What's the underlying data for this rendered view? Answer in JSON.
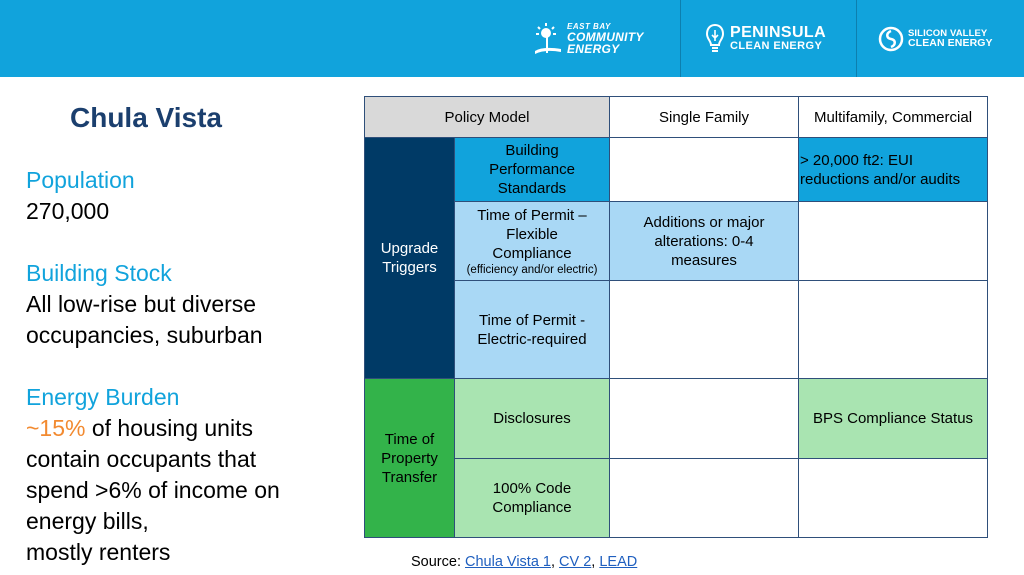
{
  "header": {
    "logos": {
      "ebce": {
        "line1": "EAST BAY",
        "line2": "COMMUNITY",
        "line3": "ENERGY"
      },
      "pce": {
        "line1": "PENINSULA",
        "line2": "CLEAN ENERGY"
      },
      "svce": {
        "line1": "SILICON VALLEY",
        "line2": "CLEAN ENERGY"
      }
    },
    "background_color": "#11a3dc"
  },
  "page": {
    "title": "Chula Vista",
    "sections": {
      "population": {
        "heading": "Population",
        "value": "270,000"
      },
      "building_stock": {
        "heading": "Building Stock",
        "line1": "All low-rise but diverse",
        "line2": "occupancies, suburban"
      },
      "energy_burden": {
        "heading": "Energy Burden",
        "accent": "~15%",
        "line1_rest": " of housing units",
        "line2": "contain occupants that",
        "line3": "spend >6% of income on",
        "line4": "energy bills,",
        "line5": "mostly renters"
      }
    }
  },
  "table": {
    "headers": {
      "policy_model": "Policy Model",
      "single_family": "Single Family",
      "multifamily": "Multifamily, Commercial"
    },
    "groups": {
      "upgrade_triggers": {
        "line1": "Upgrade",
        "line2": "Triggers"
      },
      "time_of_property_transfer": {
        "line1": "Time of",
        "line2": "Property",
        "line3": "Transfer"
      }
    },
    "rows": {
      "bps": {
        "line1": "Building",
        "line2": "Performance",
        "line3": "Standards",
        "single_family": "",
        "multifamily_line1": "> 20,000 ft2: EUI",
        "multifamily_line2": "reductions and/or audits"
      },
      "top_flexible": {
        "line1": "Time of Permit –",
        "line2": "Flexible",
        "line3": "Compliance",
        "note": "(efficiency and/or electric)",
        "single_family_line1": "Additions or major",
        "single_family_line2": "alterations: 0-4",
        "single_family_line3": "measures",
        "multifamily": ""
      },
      "top_electric": {
        "line1": "Time of Permit -",
        "line2": "Electric-required",
        "single_family": "",
        "multifamily": ""
      },
      "disclosures": {
        "label": "Disclosures",
        "single_family": "",
        "multifamily": "BPS Compliance Status"
      },
      "code_compliance": {
        "line1": "100% Code",
        "line2": "Compliance",
        "single_family": "",
        "multifamily": ""
      }
    }
  },
  "source": {
    "label": "Source: ",
    "links": [
      "Chula Vista 1",
      "CV 2",
      "LEAD"
    ],
    "sep": ", "
  },
  "colors": {
    "title": "#1b3f6e",
    "heading": "#11a3dc",
    "accent": "#f28a30",
    "navy": "#003a66",
    "blue": "#11a3dc",
    "light_blue": "#a9d8f5",
    "green": "#33b34a",
    "light_green": "#a9e4b1"
  },
  "icons": [
    "ebce-wind-sun-icon",
    "pce-bulb-icon",
    "svce-swirl-icon"
  ]
}
